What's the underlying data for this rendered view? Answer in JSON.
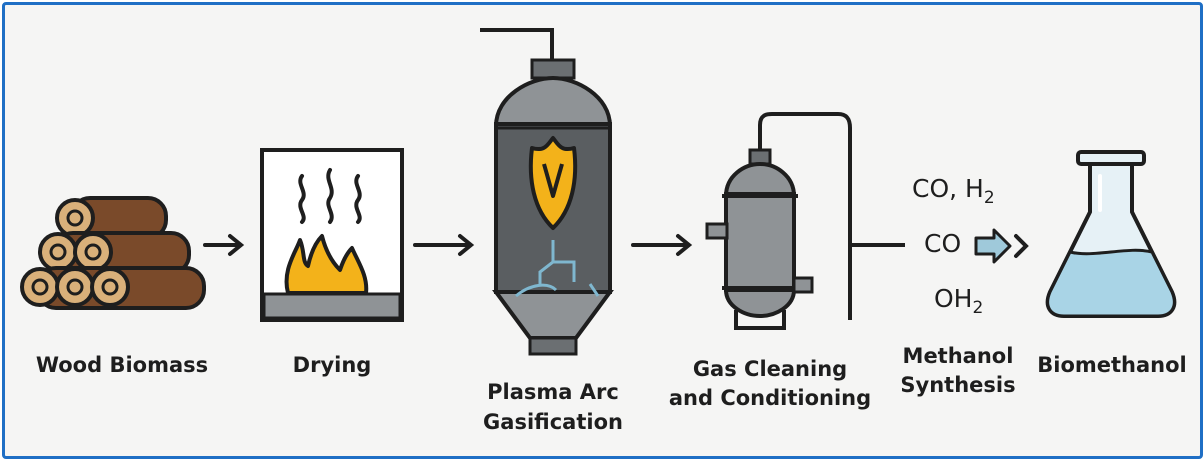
{
  "steps": {
    "wood": "Wood Biomass",
    "drying": "Drying",
    "gasification_line1": "Plasma Arc",
    "gasification_line2": "Gasification",
    "cleaning_line1": "Gas Cleaning",
    "cleaning_line2": "and Conditioning",
    "synthesis_line1": "Methanol",
    "synthesis_line2": "Synthesis",
    "product": "Biomethanol"
  },
  "chemistry": {
    "line1_main": "CO, H",
    "line1_sub": "2",
    "line2": "CO",
    "line3_main": "OH",
    "line3_sub": "2"
  },
  "colors": {
    "border": "#1f6fc5",
    "background": "#f5f5f4",
    "wood": "#7a4a2a",
    "wood_end": "#d9b07a",
    "flame": "#f3b21a",
    "steel": "#8f9396",
    "steel_dark": "#6b6f72",
    "liquid": "#a9d4e6",
    "arrow_fill": "#9fc9da"
  },
  "icons": [
    "wood-logs-icon",
    "drying-oven-icon",
    "gasifier-reactor-icon",
    "gas-cleaning-column-icon",
    "flask-icon"
  ]
}
